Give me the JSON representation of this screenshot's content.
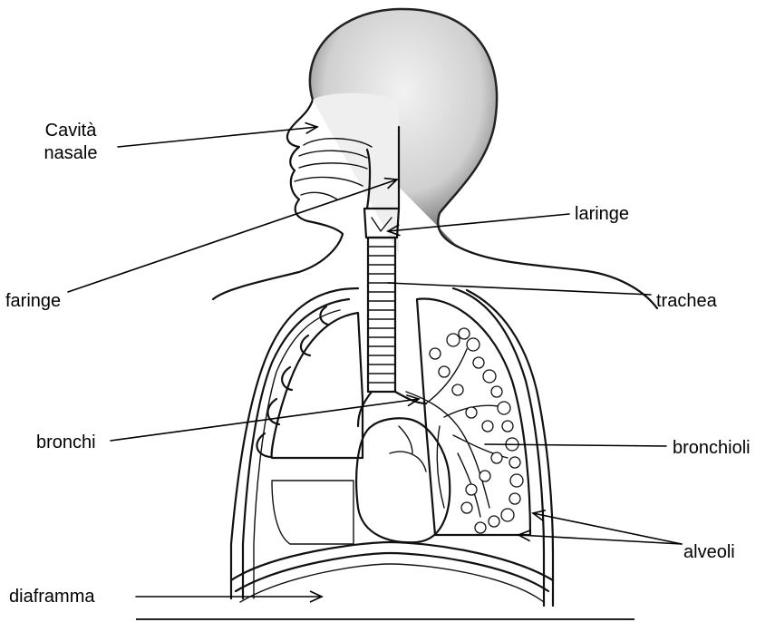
{
  "labels": {
    "cavita_nasale_line1": "Cavità",
    "cavita_nasale_line2": "nasale",
    "faringe": "faringe",
    "laringe": "laringe",
    "trachea": "trachea",
    "bronchi": "bronchi",
    "bronchioli": "bronchioli",
    "alveoli": "alveoli",
    "diaframma": "diaframma"
  }
}
